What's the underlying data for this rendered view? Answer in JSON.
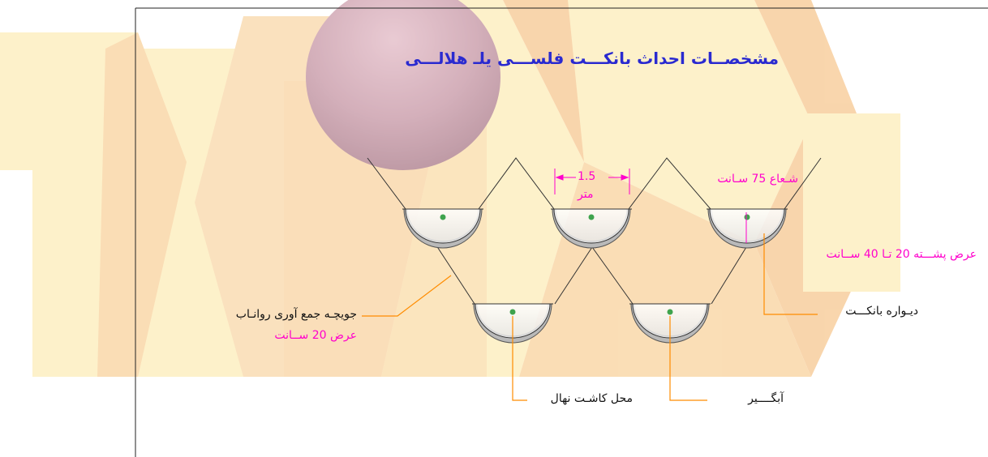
{
  "title": "مشخصــات احداث بانکـــت فلســـی یلـ هلالـــی",
  "dimension": {
    "spacing_value": "1.5",
    "spacing_unit": "متر",
    "radius_label": "شـعاع 75 سـانت",
    "back_width_label": "عرض پشـــته 20 تـا 40 ســانت"
  },
  "annotations": {
    "channel_label": "جویچـه جمع آوری روانـاب",
    "channel_width": "عرض 20 ســانت",
    "wall_label": "دیـواره بانکـــت",
    "planting_label": "محل کاشـت نهال",
    "catchment_label": "آبگــــیر"
  },
  "colors": {
    "title": "#2a2ad0",
    "magenta_text": "#ff00cc",
    "leader_orange": "#ff8c00",
    "seedling_green": "#3fa34d",
    "bg_yellow": "#fde38a",
    "bg_orange": "#f4b46a",
    "bg_sphere": "#a05a72"
  }
}
